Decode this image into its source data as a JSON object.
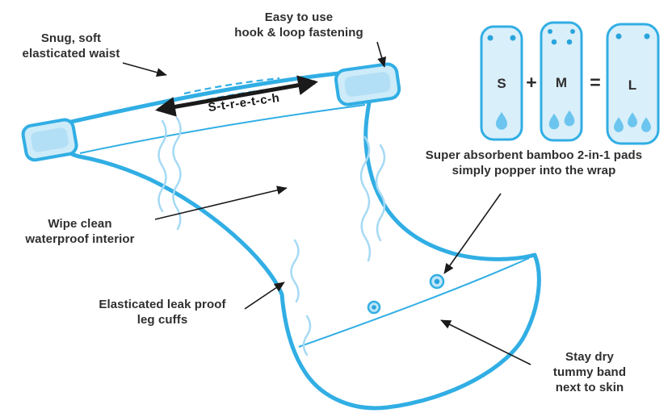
{
  "labels": {
    "waist": "Snug, soft\nelasticated waist",
    "fastening": "Easy to use\nhook & loop fastening",
    "stretch": "S-t-r-e-t-c-h",
    "interior": "Wipe clean\nwaterproof interior",
    "leg_cuffs": "Elasticated leak proof\nleg cuffs",
    "pads": "Super absorbent bamboo 2-in-1 pads\nsimply popper into the wrap",
    "tummy_band": "Stay dry\ntummy band\nnext to skin"
  },
  "size_equation": {
    "sizes": [
      "S",
      "M",
      "L"
    ],
    "plus": "+",
    "equals": "=",
    "droplet_counts": {
      "S": 1,
      "M": 2,
      "L": 3
    }
  },
  "icons": {
    "droplet": "water-droplet-icon",
    "snap": "snap-dot-icon",
    "stretch_arrow": "double-headed-stretch-arrow"
  },
  "colors": {
    "outline_blue": "#31AEE4",
    "light_blue_fill": "#CDEBF9",
    "pale_blue": "#A6DAF4",
    "droplet_blue": "#6CC5EE",
    "text_dark": "#2F2F31",
    "arrow_black": "#1A1A1A"
  }
}
